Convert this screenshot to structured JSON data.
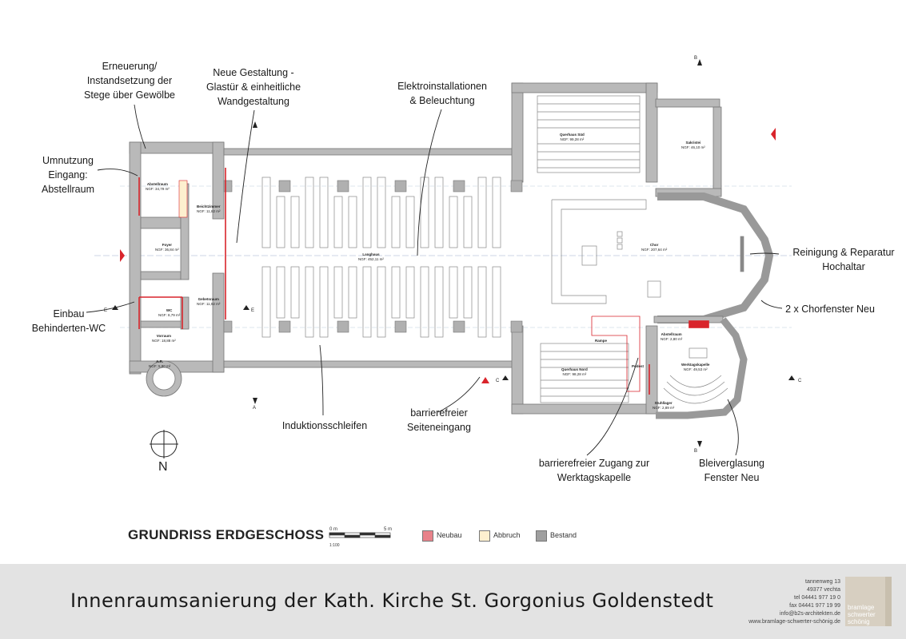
{
  "annotations": [
    {
      "id": "a1",
      "lines": [
        "Erneuerung/",
        "Instandsetzung der",
        "Stege über Gewölbe"
      ]
    },
    {
      "id": "a2",
      "lines": [
        "Neue Gestaltung -",
        "Glastür & einheitliche",
        "Wandgestaltung"
      ]
    },
    {
      "id": "a3",
      "lines": [
        "Elektroinstallationen",
        "& Beleuchtung"
      ]
    },
    {
      "id": "a4",
      "lines": [
        "Umnutzung",
        "Eingang:",
        "Abstellraum"
      ]
    },
    {
      "id": "a5",
      "lines": [
        "Einbau",
        "Behinderten-WC"
      ]
    },
    {
      "id": "a6",
      "lines": [
        "Induktionsschleifen"
      ]
    },
    {
      "id": "a7",
      "lines": [
        "barrierefreier",
        "Seiteneingang"
      ]
    },
    {
      "id": "a8",
      "lines": [
        "barrierefreier Zugang zur",
        "Werktagskapelle"
      ]
    },
    {
      "id": "a9",
      "lines": [
        "Bleiverglasung",
        "Fenster Neu"
      ]
    },
    {
      "id": "a10",
      "lines": [
        "Reinigung & Reparatur",
        "Hochaltar"
      ]
    },
    {
      "id": "a11",
      "lines": [
        "2 x Chorfenster Neu"
      ]
    }
  ],
  "rooms": [
    {
      "id": "r1",
      "name": "Abstellraum",
      "area": "NGF: 34,79 m²"
    },
    {
      "id": "r2",
      "name": "Beichtzimmer",
      "area": "NGF: 11,82 m²"
    },
    {
      "id": "r3",
      "name": "Foyer",
      "area": "NGF: 36,84 m²"
    },
    {
      "id": "r4",
      "name": "Gebetsraum",
      "area": "NGF: 11,92 m²"
    },
    {
      "id": "r5",
      "name": "WC",
      "area": "NGF: 8,79 m²"
    },
    {
      "id": "r6",
      "name": "Vorraum",
      "area": "NGF: 18,88 m²"
    },
    {
      "id": "r7",
      "name": "A.R.",
      "area": "NGF: 5,80 m²"
    },
    {
      "id": "r8",
      "name": "Langhaus",
      "area": "NGF: 452,11 m²"
    },
    {
      "id": "r9",
      "name": "Querhaus Süd",
      "area": "NGF: 99,28 m²"
    },
    {
      "id": "r10",
      "name": "Querhaus Nord",
      "area": "NGF: 98,28 m²"
    },
    {
      "id": "r11",
      "name": "Chor",
      "area": "NGF: 207,64 m²"
    },
    {
      "id": "r12",
      "name": "Sakristei",
      "area": "NGF: 46,10 m²"
    },
    {
      "id": "r13",
      "name": "Abstellraum",
      "area": "NGF: 2,80 m²"
    },
    {
      "id": "r14",
      "name": "Werktagskapelle",
      "area": "NGF: 49,53 m²"
    },
    {
      "id": "r15",
      "name": "Stuhllager",
      "area": "NGF: 2,89 m²"
    },
    {
      "id": "r16",
      "name": "Rampe",
      "area": ""
    },
    {
      "id": "r17",
      "name": "Podest",
      "area": ""
    }
  ],
  "section_markers": {
    "a": "A",
    "b": "B",
    "c": "C",
    "e": "E"
  },
  "north_label": "N",
  "plan_title": "GRUNDRISS ERDGESCHOSS",
  "scale": {
    "start": "0 m",
    "end": "5 m",
    "ratio": "1:100"
  },
  "legend": [
    {
      "id": "neubau",
      "label": "Neubau",
      "color": "#e8828a"
    },
    {
      "id": "abbruch",
      "label": "Abbruch",
      "color": "#fdf0cf"
    },
    {
      "id": "bestand",
      "label": "Bestand",
      "color": "#9f9f9f"
    }
  ],
  "footer": {
    "title": "Innenraumsanierung der Kath. Kirche St. Gorgonius Goldenstedt",
    "contact": [
      "tannenweg 13",
      "49377 vechta",
      "tel 04441 977 19 0",
      "fax 04441 977 19 99",
      "info@b2s-architekten.de",
      "www.bramlage-schwerter-schönig.de"
    ],
    "logo": [
      "bramlage",
      "schwerter",
      "schönig"
    ]
  },
  "colors": {
    "wall": "#b9b9b9",
    "wall_dark": "#9e9e9e",
    "new": "#d9242b",
    "line": "#555555"
  }
}
